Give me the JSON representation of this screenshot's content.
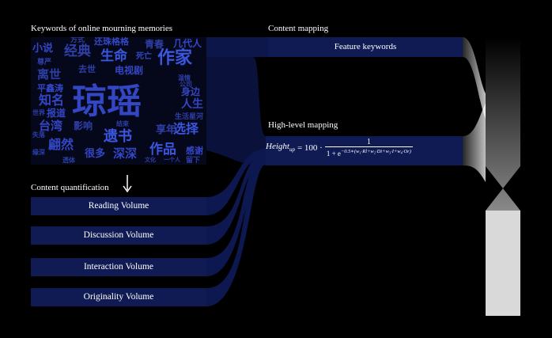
{
  "titles": {
    "keywords": "Keywords of online mourning memories",
    "content_mapping": "Content mapping",
    "high_level_mapping": "High-level mapping",
    "content_quantification": "Content quantification"
  },
  "feature_keywords": "Feature keywords",
  "formula": {
    "lhs": "Height",
    "lhs_sub": "up",
    "equals": "= 100 ·",
    "numerator": "1",
    "denominator_base": "1 + e",
    "exponent": "−0.5∗(w₁·Rl+w₂·Di+w₃·I+w₄·Or)"
  },
  "volumes": [
    {
      "label": "Reading Volume"
    },
    {
      "label": "Discussion Volume"
    },
    {
      "label": "Interaction Volume"
    },
    {
      "label": "Originality Volume"
    }
  ],
  "word_cloud": [
    {
      "text": "琼瑶",
      "color": "#3346c4",
      "size": 44
    },
    {
      "text": "作家",
      "color": "#3b56e0",
      "size": 22
    },
    {
      "text": "生命",
      "color": "#3b56e0",
      "size": 17
    },
    {
      "text": "经典",
      "color": "#2e3fa8",
      "size": 17
    },
    {
      "text": "遗书",
      "color": "#3b56e0",
      "size": 18
    },
    {
      "text": "作品",
      "color": "#3b56e0",
      "size": 17
    },
    {
      "text": "选择",
      "color": "#3b56e0",
      "size": 16
    },
    {
      "text": "知名",
      "color": "#3346c4",
      "size": 16
    },
    {
      "text": "台湾",
      "color": "#3346c4",
      "size": 15
    },
    {
      "text": "翩然",
      "color": "#3346c4",
      "size": 16
    },
    {
      "text": "深深",
      "color": "#3346c4",
      "size": 15
    },
    {
      "text": "很多",
      "color": "#3346c4",
      "size": 13
    },
    {
      "text": "小说",
      "color": "#3346c4",
      "size": 13
    },
    {
      "text": "人生",
      "color": "#3346c4",
      "size": 14
    },
    {
      "text": "离世",
      "color": "#2e3fa8",
      "size": 15
    },
    {
      "text": "电视剧",
      "color": "#3346c4",
      "size": 12
    },
    {
      "text": "几代人",
      "color": "#3346c4",
      "size": 12
    },
    {
      "text": "青春",
      "color": "#2e3fa8",
      "size": 12
    },
    {
      "text": "还珠格格",
      "color": "#3346c4",
      "size": 11
    },
    {
      "text": "平鑫涛",
      "color": "#3346c4",
      "size": 11
    },
    {
      "text": "报道",
      "color": "#3346c4",
      "size": 12
    },
    {
      "text": "影响",
      "color": "#2e3fa8",
      "size": 12
    },
    {
      "text": "身边",
      "color": "#3346c4",
      "size": 12
    },
    {
      "text": "享年",
      "color": "#2e3fa8",
      "size": 13
    },
    {
      "text": "感谢",
      "color": "#3346c4",
      "size": 11
    },
    {
      "text": "死亡",
      "color": "#3346c4",
      "size": 10
    },
    {
      "text": "去世",
      "color": "#2e3fa8",
      "size": 11
    },
    {
      "text": "生活星河",
      "color": "#2e3fa8",
      "size": 9
    },
    {
      "text": "方式",
      "color": "#2e3fa8",
      "size": 9
    },
    {
      "text": "尊严",
      "color": "#2e3fa8",
      "size": 9
    },
    {
      "text": "公司",
      "color": "#2e3fa8",
      "size": 8
    },
    {
      "text": "温情",
      "color": "#2e3fa8",
      "size": 8
    },
    {
      "text": "世界",
      "color": "#2e3fa8",
      "size": 8
    },
    {
      "text": "缘深",
      "color": "#2e3fa8",
      "size": 8
    },
    {
      "text": "透体",
      "color": "#2e3fa8",
      "size": 8
    },
    {
      "text": "留下",
      "color": "#2e3fa8",
      "size": 9
    },
    {
      "text": "结束",
      "color": "#2e3fa8",
      "size": 8
    },
    {
      "text": "文化",
      "color": "#2e3fa8",
      "size": 7
    },
    {
      "text": "一个人",
      "color": "#2e3fa8",
      "size": 7
    },
    {
      "text": "失落",
      "color": "#2e3fa8",
      "size": 8
    }
  ]
}
